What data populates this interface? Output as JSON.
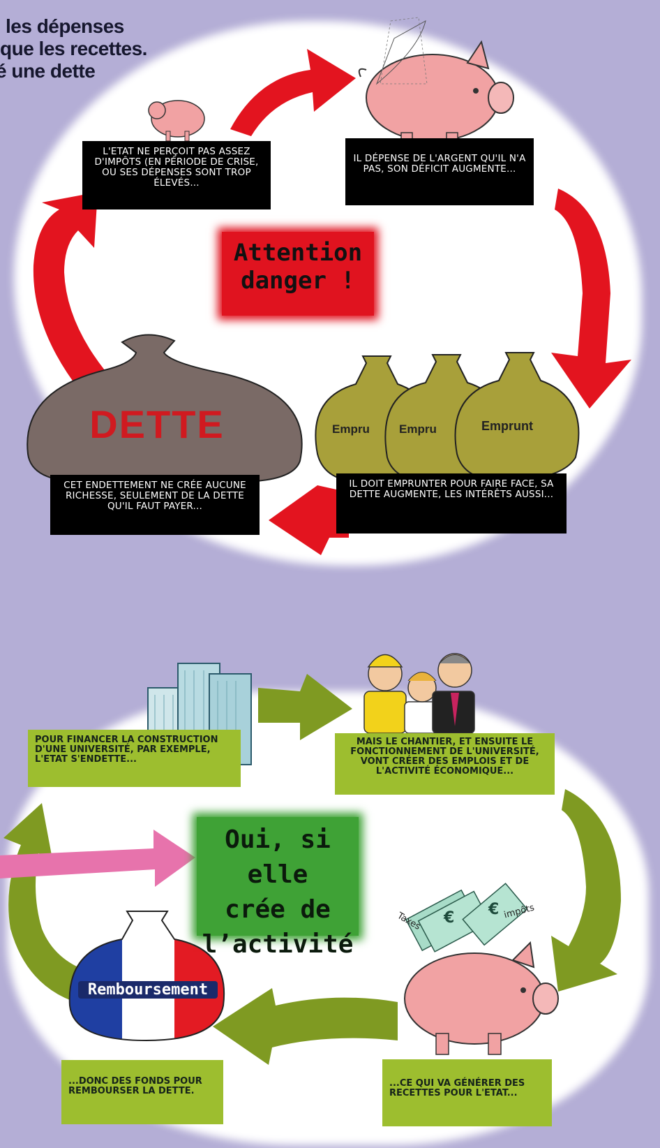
{
  "headline": {
    "line1": "les dépenses",
    "line2": "que les recettes.",
    "line3": "é une dette"
  },
  "top_cycle": {
    "banner": {
      "line1": "Attention",
      "line2": "danger !",
      "color": "#e0131f"
    },
    "captions": [
      "L'Etat ne perçoit pas assez d'impôts (en période de crise, ou ses dépenses sont trop élevés...",
      "Il dépense de l'argent qu'il n'a pas, son déficit augmente...",
      "Il doit emprunter pour faire face, sa dette augmente, les intérêts aussi...",
      "Cet endettement ne crée aucune richesse, seulement de la dette qu'il faut payer..."
    ],
    "debt_bag_label": "DETTE",
    "loan_bag_labels": [
      "Empru",
      "Empru",
      "Emprunt"
    ],
    "arrow_color": "#e3141f"
  },
  "bottom_cycle": {
    "banner": {
      "line1": "Oui, si elle",
      "line2": "crée de",
      "line3": "l’activité",
      "color": "#3fa236"
    },
    "captions": [
      "Pour financer la construction d'une université, par exemple, l'Etat s'endette...",
      "Mais le chantier, et ensuite le fonctionnement de l'université, vont créer des emplois et de l'activité économique...",
      "...ce qui va générer des recettes pour l'Etat...",
      "...donc des fonds pour rembourser la dette."
    ],
    "repay_bag_label": "Remboursement",
    "tax_labels": {
      "left": "Taxes",
      "right": "impôts"
    },
    "banknote_symbol": "€",
    "arrow_color": "#7f9a22",
    "pink_arrow_color": "#e773ac"
  }
}
